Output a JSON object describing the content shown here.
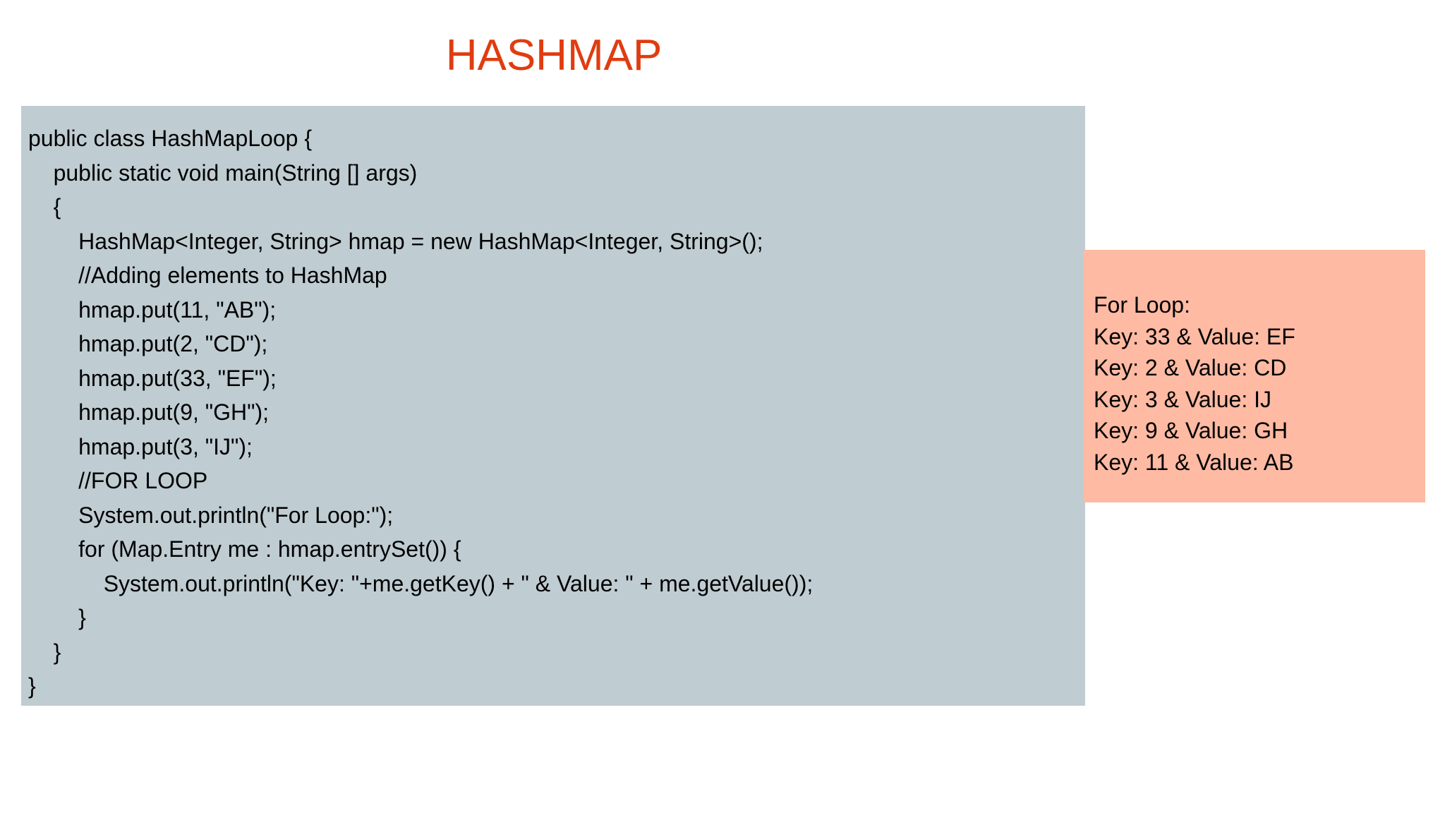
{
  "slide": {
    "title": "HASHMAP",
    "title_color": "#e03c10",
    "background_color": "#ffffff"
  },
  "code_block": {
    "background_color": "#bfccd2",
    "text_color": "#000000",
    "language": "java",
    "lines": [
      "public class HashMapLoop {",
      "    public static void main(String [] args)",
      "    {",
      "        HashMap<Integer, String> hmap = new HashMap<Integer, String>();",
      "        //Adding elements to HashMap",
      "        hmap.put(11, \"AB\");",
      "        hmap.put(2, \"CD\");",
      "        hmap.put(33, \"EF\");",
      "        hmap.put(9, \"GH\");",
      "        hmap.put(3, \"IJ\");",
      "        //FOR LOOP",
      "        System.out.println(\"For Loop:\");",
      "        for (Map.Entry me : hmap.entrySet()) {",
      "            System.out.println(\"Key: \"+me.getKey() + \" & Value: \" + me.getValue());",
      "        }",
      "    }",
      "}"
    ]
  },
  "output_panel": {
    "background_color": "#febaa3",
    "text_color": "#000000",
    "lines": [
      "For Loop:",
      "Key: 33 & Value: EF",
      "Key: 2 & Value: CD",
      "Key: 3 & Value: IJ",
      "Key: 9 & Value: GH",
      "Key: 11 & Value: AB"
    ]
  }
}
